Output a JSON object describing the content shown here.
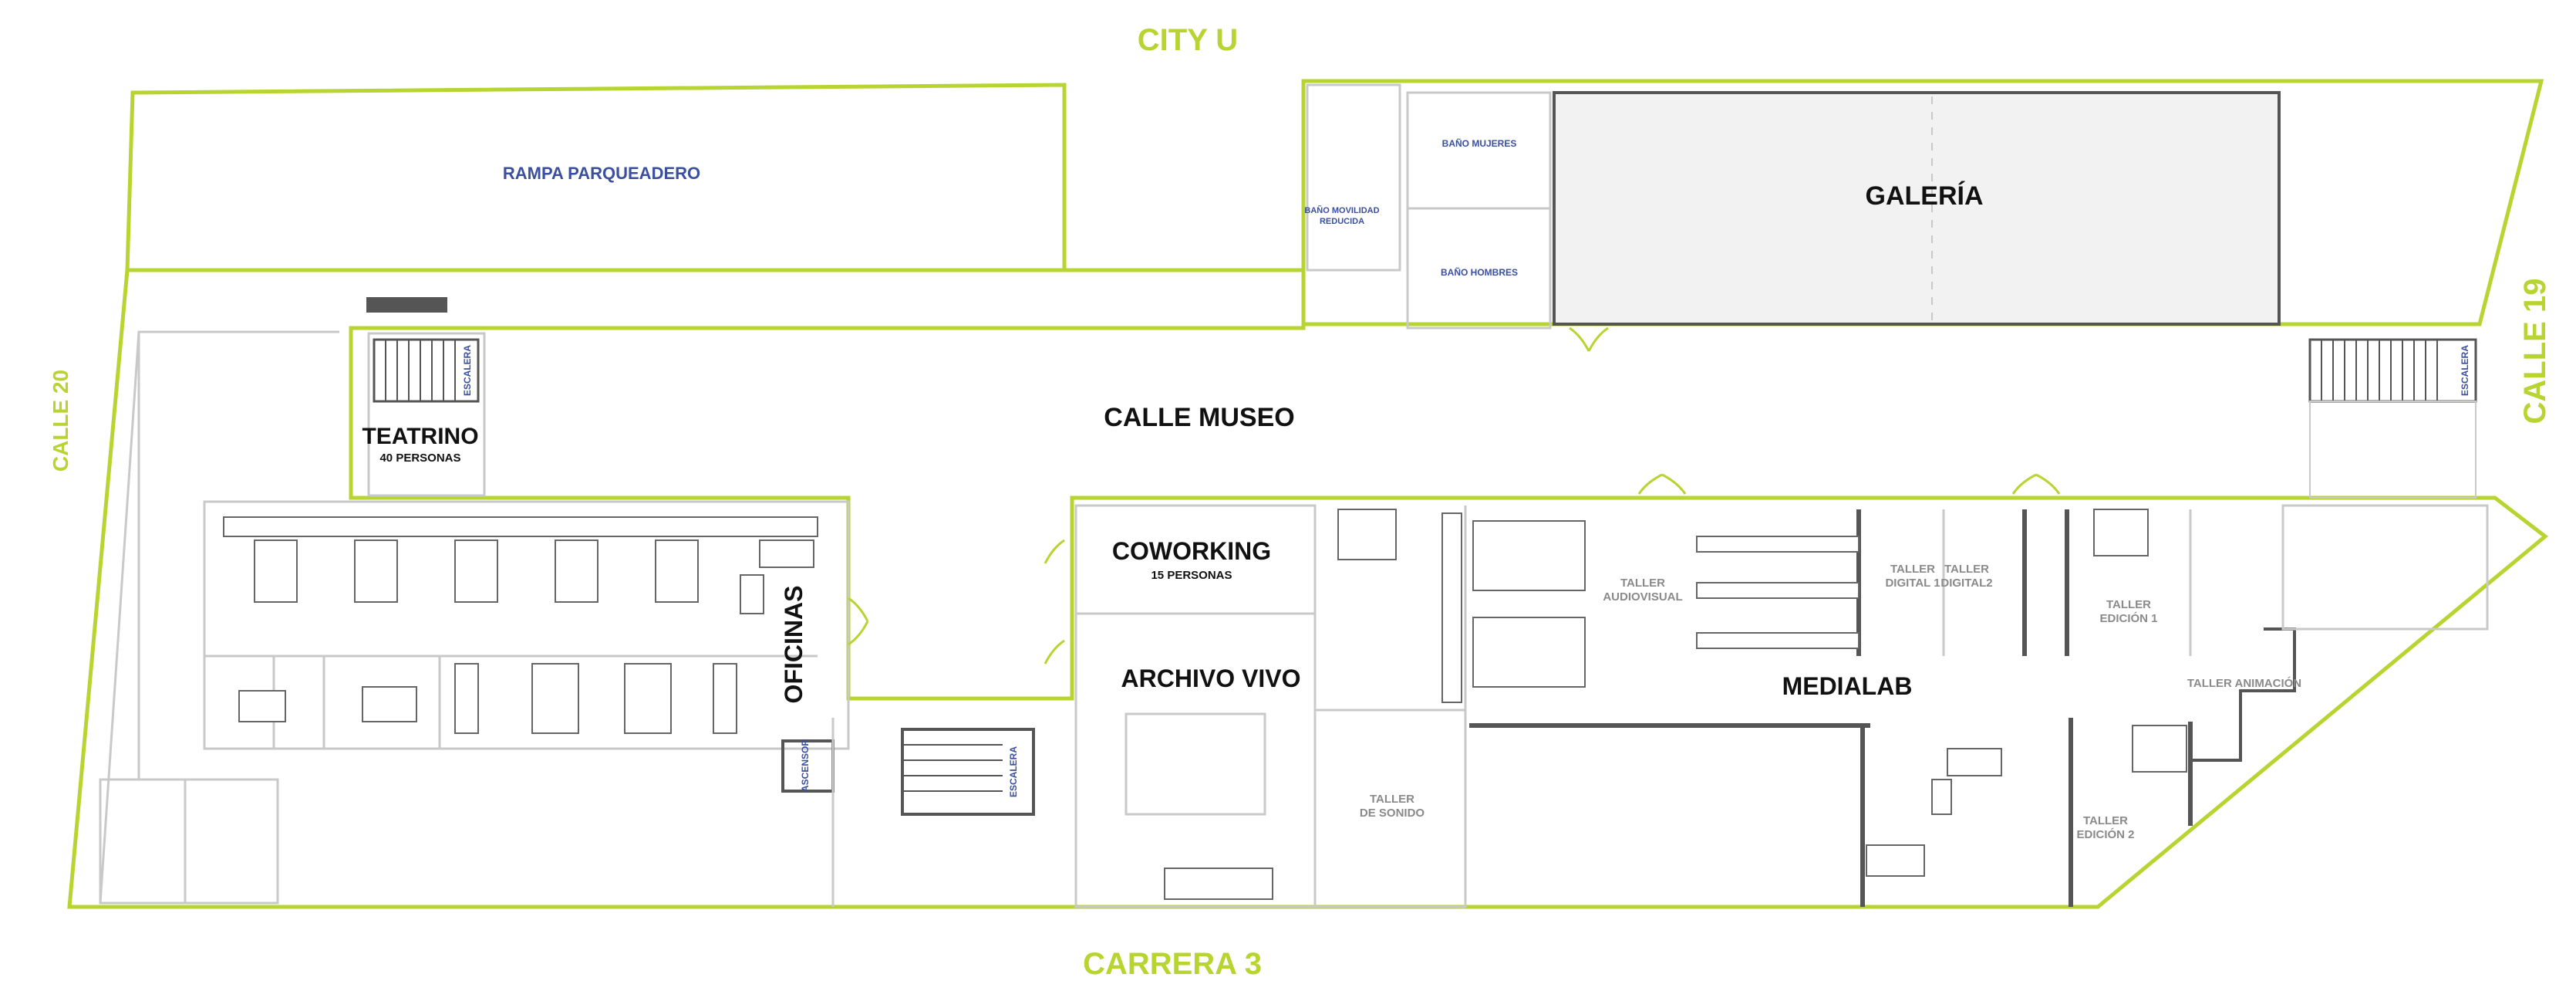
{
  "streets": {
    "north": "CITY U",
    "south": "CARRERA 3",
    "west": "CALLE 20",
    "east": "CALLE 19"
  },
  "rooms": {
    "rampa": "RAMPA PARQUEADERO",
    "galeria": "GALERÍA",
    "calle_museo": "CALLE MUSEO",
    "teatrino": "TEATRINO",
    "teatrino_cap": "40 PERSONAS",
    "oficinas": "OFICINAS",
    "coworking": "COWORKING",
    "coworking_cap": "15 PERSONAS",
    "archivo_vivo": "ARCHIVO VIVO",
    "medialab": "MEDIALAB",
    "bano_mujeres": "BAÑO MUJERES",
    "bano_hombres": "BAÑO HOMBRES",
    "bano_movilidad_1": "BAÑO MOVILIDAD",
    "bano_movilidad_2": "REDUCIDA",
    "escalera": "ESCALERA",
    "ascensor": "ASCENSOR",
    "taller_audiovisual_1": "TALLER",
    "taller_audiovisual_2": "AUDIOVISUAL",
    "taller_digital1_1": "TALLER",
    "taller_digital1_2": "DIGITAL 1",
    "taller_digital2_1": "TALLER",
    "taller_digital2_2": "DIGITAL2",
    "taller_edicion1_1": "TALLER",
    "taller_edicion1_2": "EDICIÓN 1",
    "taller_animacion": "TALLER ANIMACIÓN",
    "taller_edicion2_1": "TALLER",
    "taller_edicion2_2": "EDICIÓN 2",
    "taller_sonido_1": "TALLER",
    "taller_sonido_2": "DE SONIDO"
  },
  "colors": {
    "outline": "#b8d430",
    "label_dark": "#111111",
    "label_blue": "#3a4fa0",
    "label_grey": "#8a8a8a",
    "wall": "#c9c9c9"
  }
}
